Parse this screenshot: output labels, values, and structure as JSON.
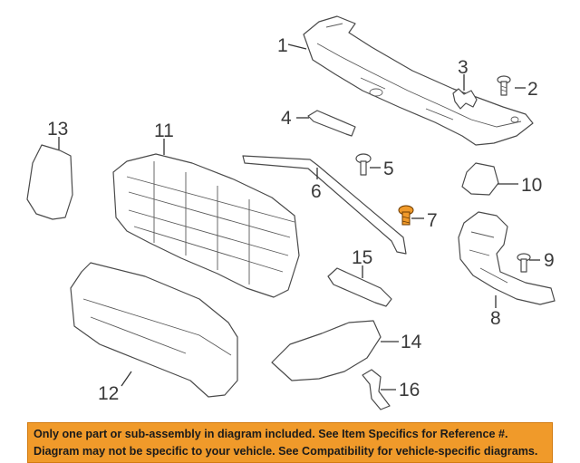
{
  "callouts": {
    "c1": "1",
    "c2": "2",
    "c3": "3",
    "c4": "4",
    "c5": "5",
    "c6": "6",
    "c7": "7",
    "c8": "8",
    "c9": "9",
    "c10": "10",
    "c11": "11",
    "c12": "12",
    "c13": "13",
    "c14": "14",
    "c15": "15",
    "c16": "16"
  },
  "highlight_color": "#f09a2a",
  "banner": {
    "line1": "Only one part or sub-assembly in diagram included. See Item Specifics for Reference #.",
    "line2": "Diagram may not be specific to your vehicle. See Compatibility for vehicle-specific diagrams."
  }
}
